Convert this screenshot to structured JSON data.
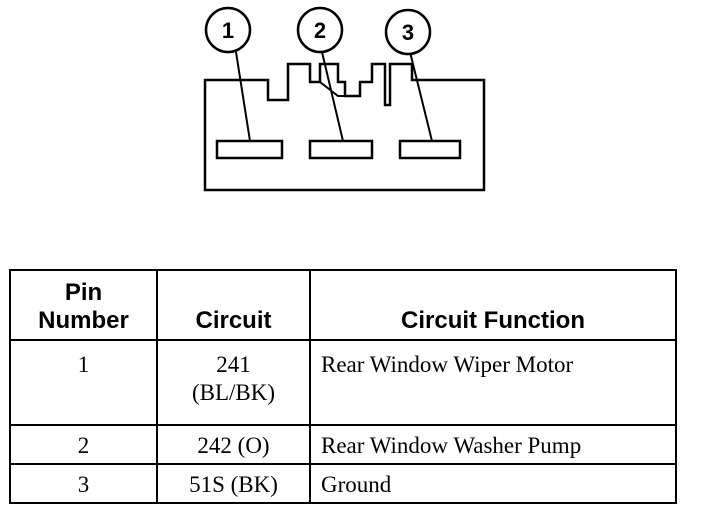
{
  "connector": {
    "pin_labels": [
      "1",
      "2",
      "3"
    ]
  },
  "table": {
    "headers": {
      "pin_line1": "Pin",
      "pin_line2": "Number",
      "circuit": "Circuit",
      "function": "Circuit Function"
    },
    "rows": [
      {
        "pin": "1",
        "circuit_line1": "241",
        "circuit_line2": "(BL/BK)",
        "function": "Rear Window Wiper Motor"
      },
      {
        "pin": "2",
        "circuit_line1": "242 (O)",
        "circuit_line2": "",
        "function": "Rear Window Washer Pump"
      },
      {
        "pin": "3",
        "circuit_line1": "51S (BK)",
        "circuit_line2": "",
        "function": "Ground"
      }
    ]
  }
}
